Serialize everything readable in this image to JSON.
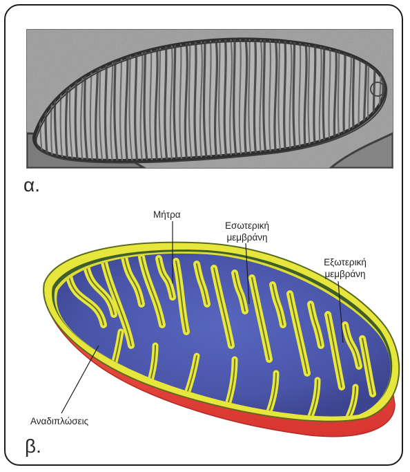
{
  "panels": {
    "a_label": "α.",
    "b_label": "β."
  },
  "labels": {
    "matrix": "Μήτρα",
    "inner_membrane_1": "Εσωτερική",
    "inner_membrane_2": "μεμβράνη",
    "outer_membrane_1": "Εξωτερική",
    "outer_membrane_2": "μεμβράνη",
    "cristae": "Αναδιπλώσεις"
  },
  "colors": {
    "outer_wall": "#e8413a",
    "membrane": "#e7e63c",
    "matrix": "#4d5bb0",
    "frame": "#1a1a1a"
  }
}
